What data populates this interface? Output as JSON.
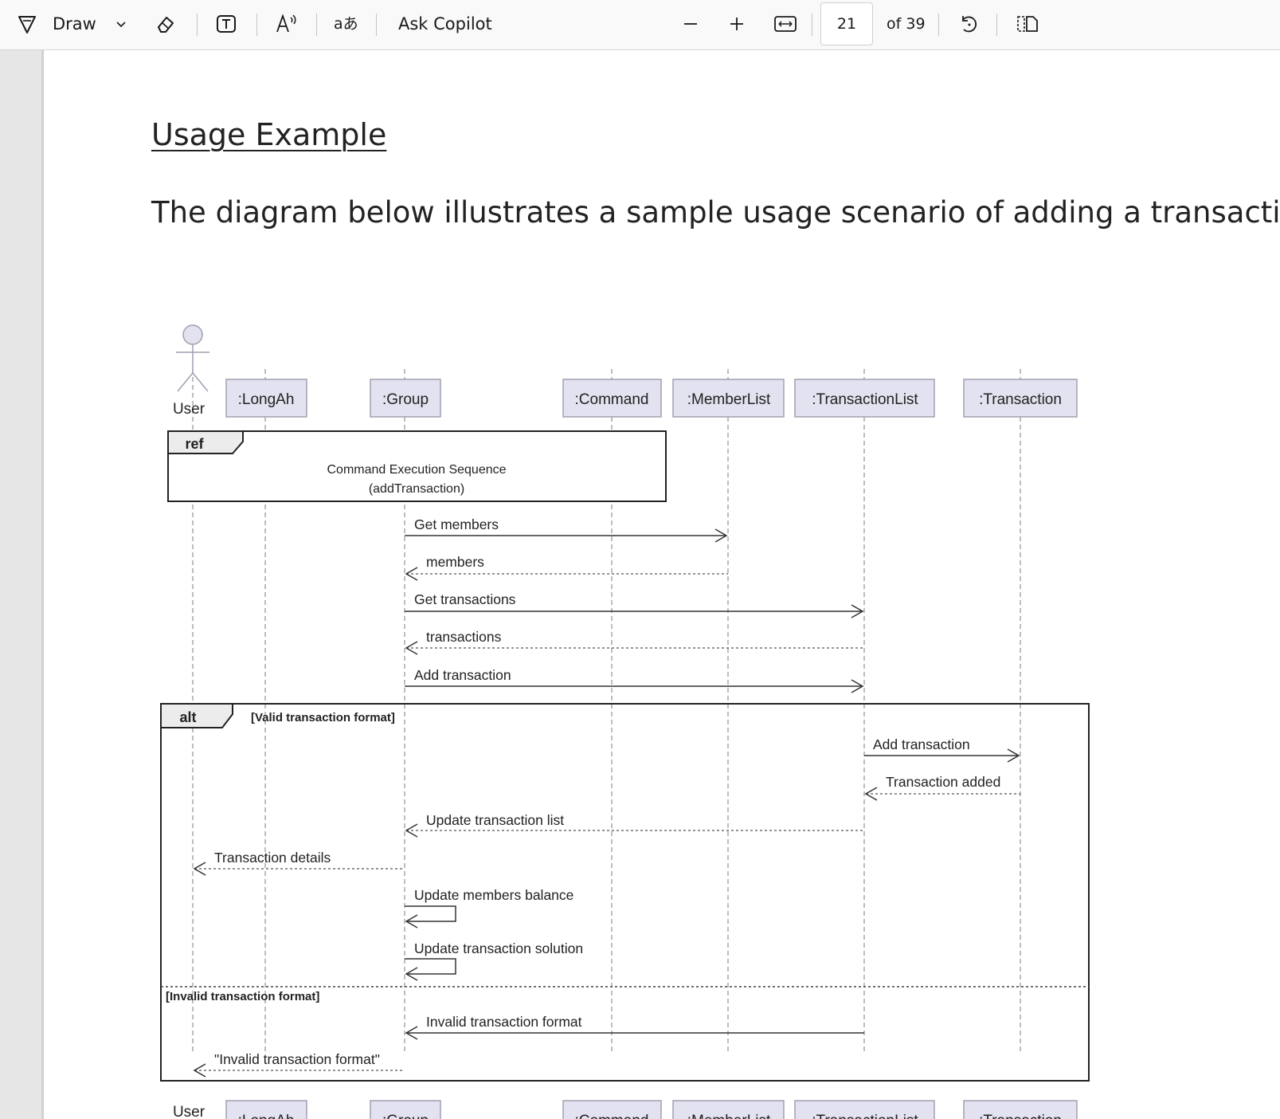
{
  "toolbar": {
    "draw_label": "Draw",
    "ask_copilot_label": "Ask Copilot",
    "page_current": "21",
    "page_total_label": "of 39"
  },
  "document": {
    "heading": "Usage Example",
    "paragraph": "The diagram below illustrates a sample usage scenario of adding a transaction"
  },
  "diagram": {
    "participants": [
      ":LongAh",
      ":Group",
      ":Command",
      ":MemberList",
      ":TransactionList",
      ":Transaction"
    ],
    "actor": "User",
    "ref_tag": "ref",
    "ref_line1": "Command Execution Sequence",
    "ref_line2": "(addTransaction)",
    "messages": {
      "get_members": "Get members",
      "members": "members",
      "get_transactions": "Get transactions",
      "transactions": "transactions",
      "add_transaction": "Add transaction",
      "add_transaction_2": "Add transaction",
      "transaction_added": "Transaction added",
      "update_transaction_list": "Update transaction list",
      "transaction_details": "Transaction details",
      "update_members_balance": "Update members balance",
      "update_transaction_solution": "Update transaction solution",
      "invalid_transaction_format": "Invalid transaction format",
      "invalid_quoted": "\"Invalid transaction format\""
    },
    "alt_tag": "alt",
    "alt_guard_valid": "[Valid transaction format]",
    "alt_guard_invalid": "[Invalid transaction format]"
  }
}
